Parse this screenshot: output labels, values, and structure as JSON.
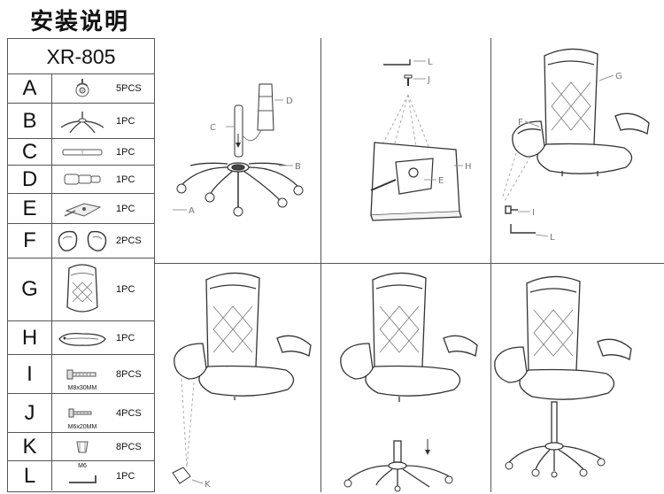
{
  "title": "安装说明",
  "model": "XR-805",
  "parts": [
    {
      "letter": "A",
      "qty": "5PCS"
    },
    {
      "letter": "B",
      "qty": "1PC"
    },
    {
      "letter": "C",
      "qty": "1PC"
    },
    {
      "letter": "D",
      "qty": "1PC"
    },
    {
      "letter": "E",
      "qty": "1PC"
    },
    {
      "letter": "F",
      "qty": "2PCS"
    },
    {
      "letter": "G",
      "qty": "1PC"
    },
    {
      "letter": "H",
      "qty": "1PC"
    },
    {
      "letter": "I",
      "qty": "8PCS",
      "size": "M8x30MM"
    },
    {
      "letter": "J",
      "qty": "4PCS",
      "size": "M6x20MM"
    },
    {
      "letter": "K",
      "qty": "8PCS"
    },
    {
      "letter": "L",
      "qty": "1PC",
      "size": "M6"
    }
  ],
  "step_labels": {
    "step1": [
      "C",
      "D",
      "B",
      "A"
    ],
    "step2": [
      "L",
      "J",
      "E",
      "H"
    ],
    "step3": [
      "G",
      "F",
      "I",
      "L"
    ],
    "step4": [
      "K"
    ]
  }
}
